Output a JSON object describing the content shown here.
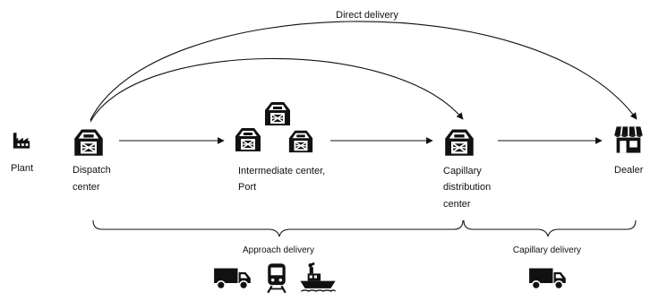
{
  "nodes": {
    "plant": {
      "label": "Plant",
      "icon": "factory-icon"
    },
    "dispatch": {
      "label_lines": [
        "Dispatch",
        "center"
      ],
      "icon": "barn-icon"
    },
    "intermediate": {
      "label_lines": [
        "Intermediate center,",
        "Port"
      ],
      "icon": "barn-icon"
    },
    "capillary_center": {
      "label_lines": [
        "Capillary",
        "distribution",
        "center"
      ],
      "icon": "barn-icon"
    },
    "dealer": {
      "label": "Dealer",
      "icon": "store-icon"
    }
  },
  "edges": {
    "direct_delivery": {
      "label": "Direct delivery"
    }
  },
  "groups": {
    "approach": {
      "label": "Approach delivery",
      "icons": [
        "truck-icon",
        "train-icon",
        "ship-icon"
      ]
    },
    "capillary": {
      "label": "Capillary delivery",
      "icons": [
        "truck-icon"
      ]
    }
  },
  "colors": {
    "ink": "#111111",
    "background": "#ffffff"
  }
}
